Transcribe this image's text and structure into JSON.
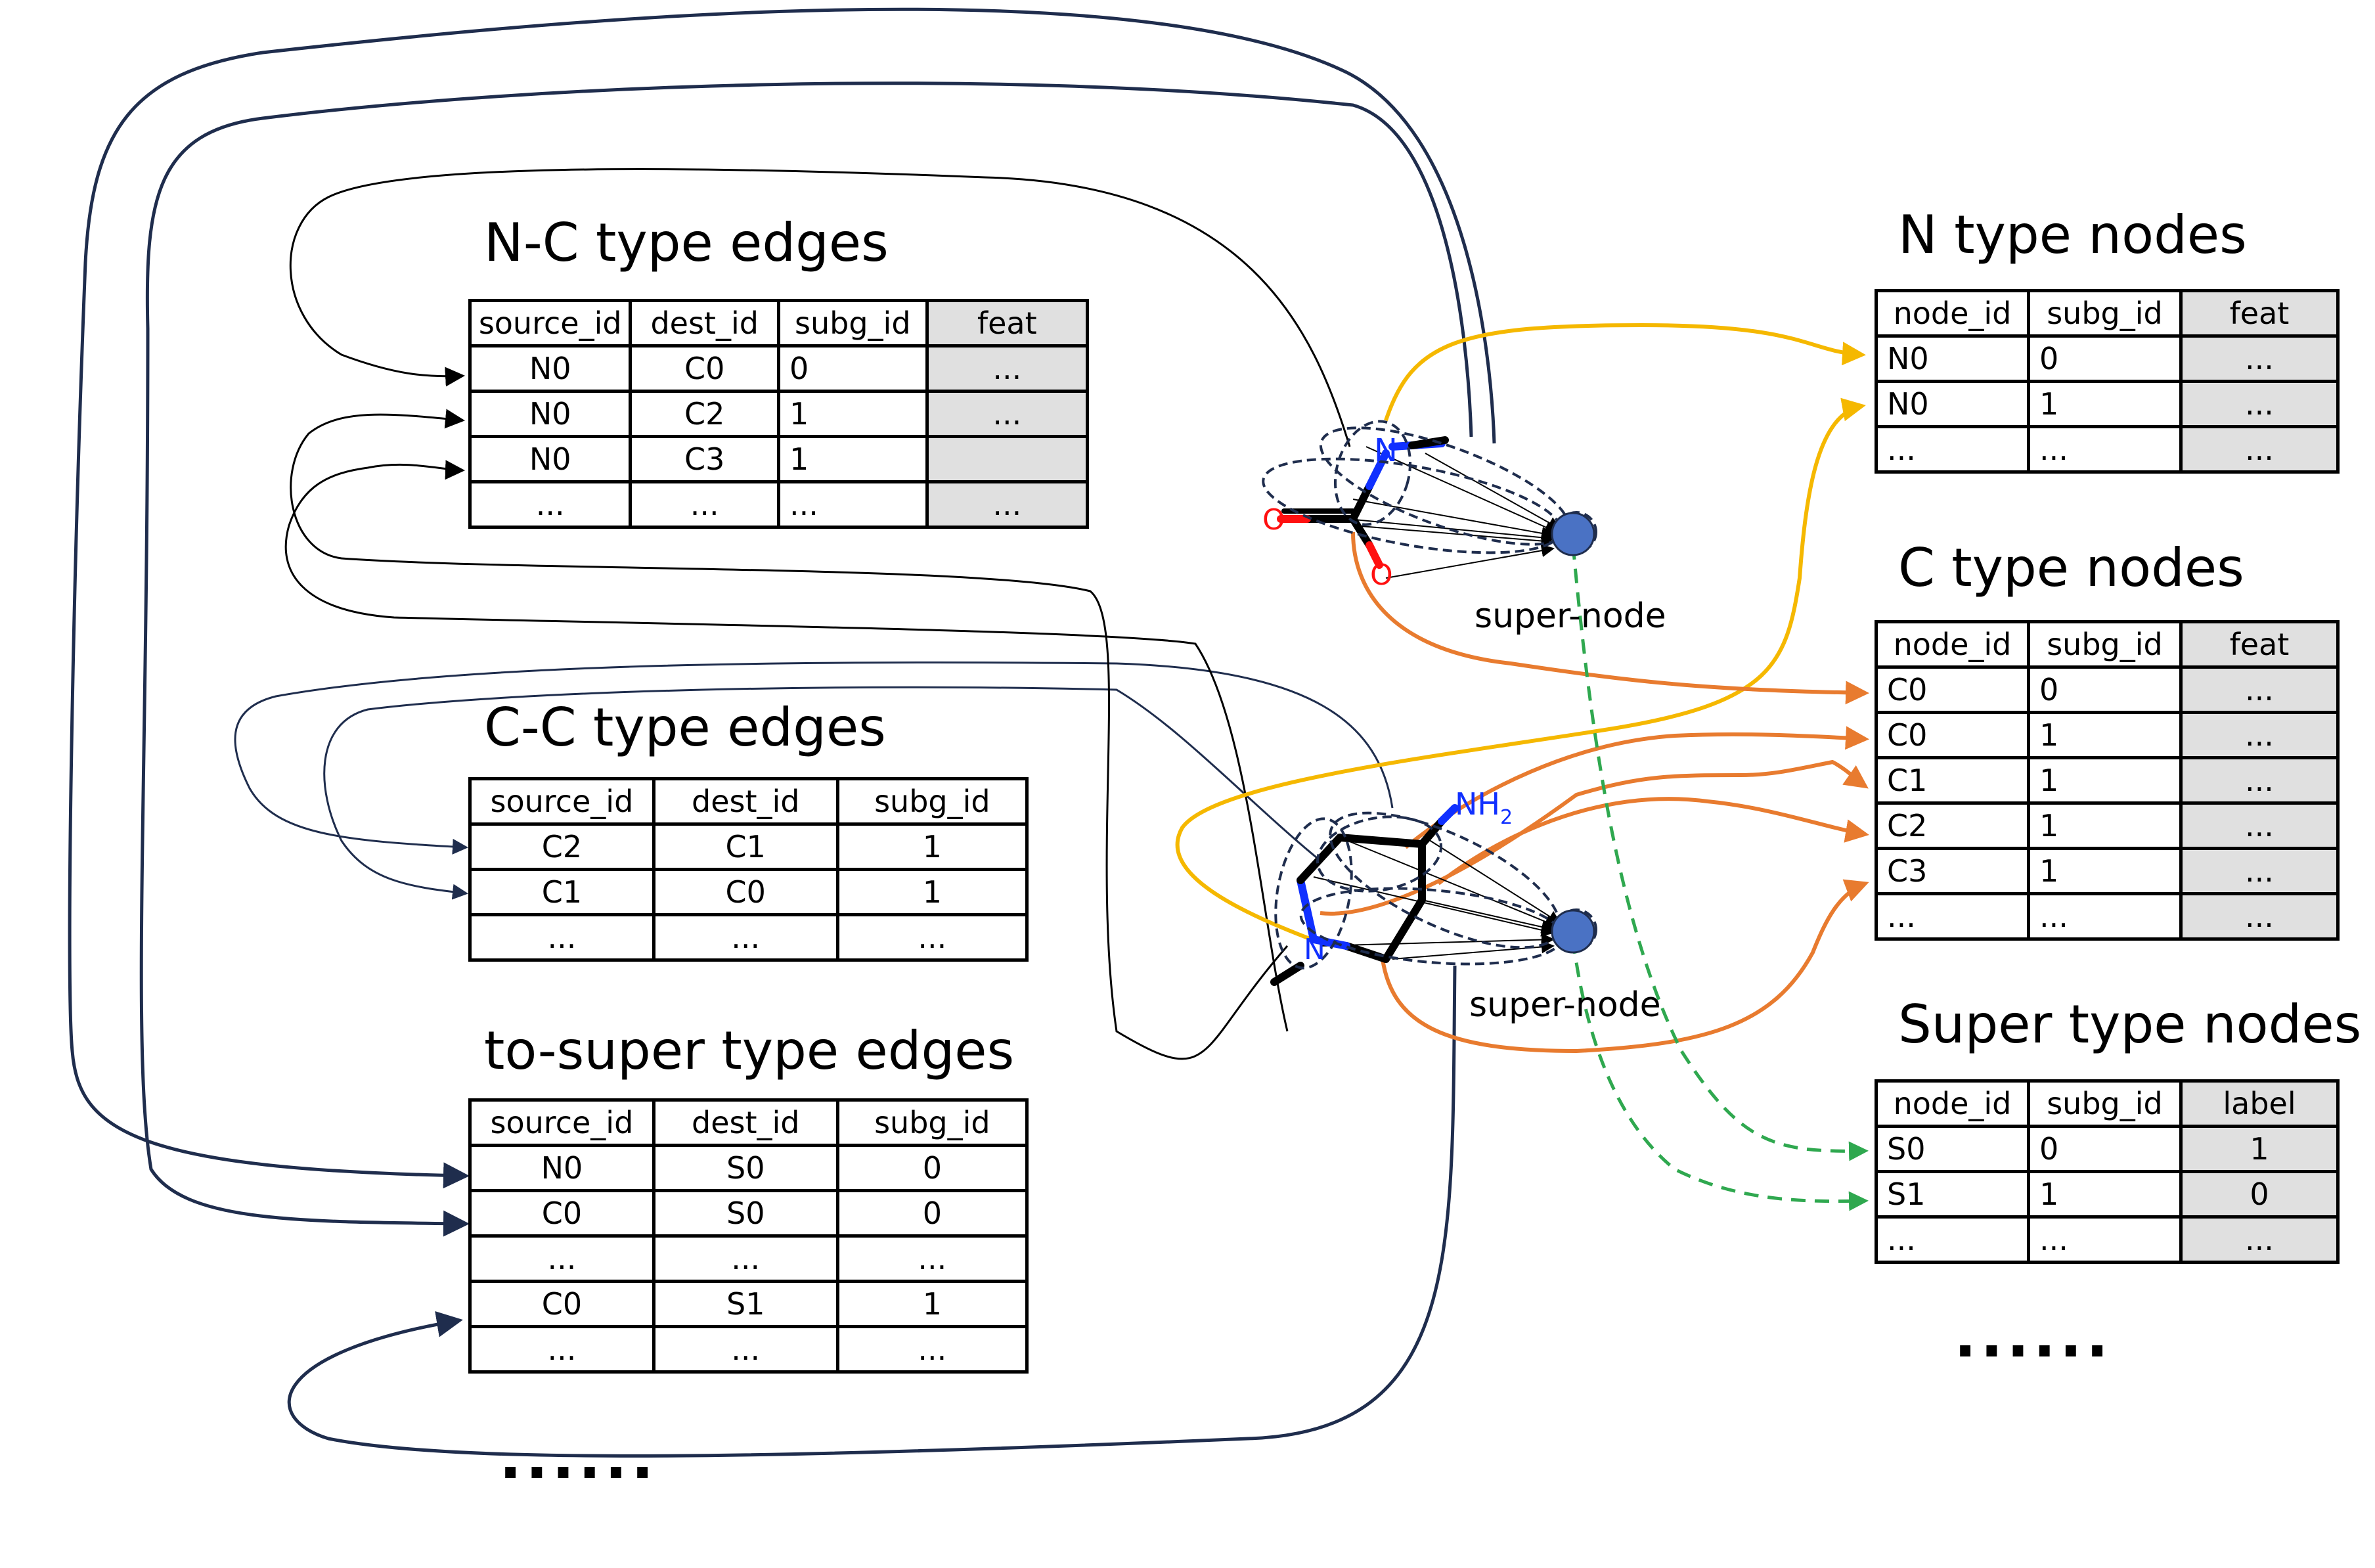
{
  "edges_nc": {
    "title": "N-C type edges",
    "headers": [
      "source_id",
      "dest_id",
      "subg_id",
      "feat"
    ],
    "rows": [
      [
        "N0",
        "C0",
        "0",
        "..."
      ],
      [
        "N0",
        "C2",
        "1",
        "..."
      ],
      [
        "N0",
        "C3",
        "1",
        ""
      ],
      [
        "...",
        "...",
        "...",
        "..."
      ]
    ]
  },
  "edges_cc": {
    "title": "C-C type edges",
    "headers": [
      "source_id",
      "dest_id",
      "subg_id"
    ],
    "rows": [
      [
        "C2",
        "C1",
        "1"
      ],
      [
        "C1",
        "C0",
        "1"
      ],
      [
        "...",
        "...",
        "..."
      ]
    ]
  },
  "edges_super": {
    "title": "to-super type edges",
    "headers": [
      "source_id",
      "dest_id",
      "subg_id"
    ],
    "rows": [
      [
        "N0",
        "S0",
        "0"
      ],
      [
        "C0",
        "S0",
        "0"
      ],
      [
        "...",
        "...",
        "..."
      ],
      [
        "C0",
        "S1",
        "1"
      ],
      [
        "...",
        "...",
        "..."
      ]
    ]
  },
  "nodes_n": {
    "title": "N type nodes",
    "headers": [
      "node_id",
      "subg_id",
      "feat"
    ],
    "rows": [
      [
        "N0",
        "0",
        "..."
      ],
      [
        "N0",
        "1",
        "..."
      ],
      [
        "...",
        "...",
        "..."
      ]
    ]
  },
  "nodes_c": {
    "title": "C type nodes",
    "headers": [
      "node_id",
      "subg_id",
      "feat"
    ],
    "rows": [
      [
        "C0",
        "0",
        "..."
      ],
      [
        "C0",
        "1",
        "..."
      ],
      [
        "C1",
        "1",
        "..."
      ],
      [
        "C2",
        "1",
        "..."
      ],
      [
        "C3",
        "1",
        "..."
      ],
      [
        "...",
        "...",
        "..."
      ]
    ]
  },
  "nodes_super": {
    "title": "Super type nodes",
    "headers": [
      "node_id",
      "subg_id",
      "label"
    ],
    "rows": [
      [
        "S0",
        "0",
        "1"
      ],
      [
        "S1",
        "1",
        "0"
      ],
      [
        "...",
        "...",
        "..."
      ]
    ]
  },
  "molecule": {
    "super_label_1": "super-node",
    "super_label_2": "super-node",
    "atom_n1": "N",
    "atom_o1": "O",
    "atom_o2": "O",
    "atom_n2": "N",
    "atom_nh2": "NH",
    "atom_nh2_sub": "2"
  },
  "ellipsis_left": "......",
  "ellipsis_right": "......",
  "colors": {
    "navy": "#1f2d4d",
    "yellow": "#f5b800",
    "orange": "#e87b2f",
    "green": "#2fa84f",
    "super_node": "#4a72c4",
    "nitrogen": "#1030ff",
    "oxygen": "#ff1010",
    "feat_fill": "#e0e0e0"
  }
}
